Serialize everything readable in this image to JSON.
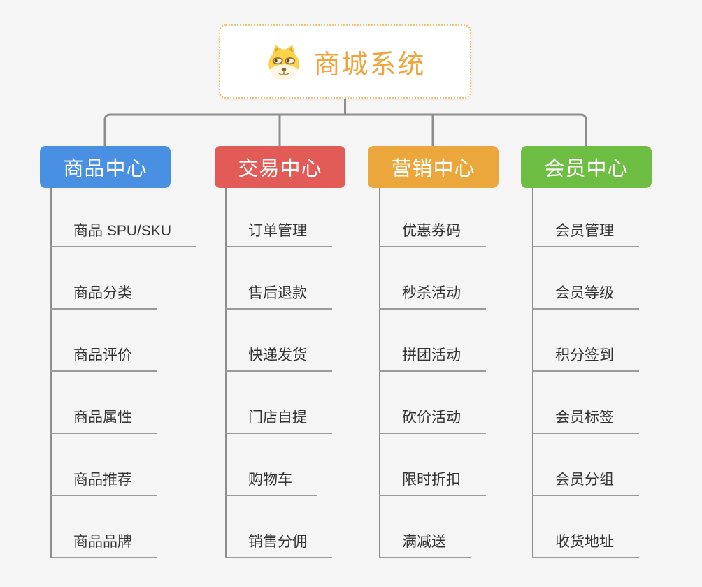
{
  "background_color": "#F5F5F6",
  "connector_color": "#8D8D8D",
  "leaf_line_color": "#9A9A9A",
  "root": {
    "title": "商城系统",
    "icon": "dog-face-icon",
    "title_color": "#F0A53C",
    "border_color": "#F2C271"
  },
  "branches": [
    {
      "label": "商品中心",
      "color": "#4A90E2",
      "items": [
        "商品 SPU/SKU",
        "商品分类",
        "商品评价",
        "商品属性",
        "商品推荐",
        "商品品牌"
      ]
    },
    {
      "label": "交易中心",
      "color": "#E25B56",
      "items": [
        "订单管理",
        "售后退款",
        "快递发货",
        "门店自提",
        "购物车",
        "销售分佣"
      ]
    },
    {
      "label": "营销中心",
      "color": "#EBA73C",
      "items": [
        "优惠券码",
        "秒杀活动",
        "拼团活动",
        "砍价活动",
        "限时折扣",
        "满减送"
      ]
    },
    {
      "label": "会员中心",
      "color": "#6EBE44",
      "items": [
        "会员管理",
        "会员等级",
        "积分签到",
        "会员标签",
        "会员分组",
        "收货地址"
      ]
    }
  ]
}
